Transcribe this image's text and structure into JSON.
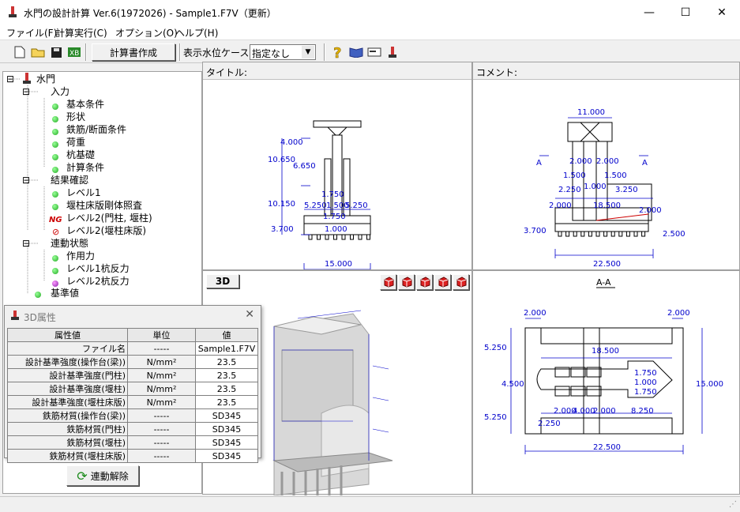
{
  "window": {
    "title": "水門の設計計算 Ver.6(1972026) - Sample1.F7V（更新）"
  },
  "menu": [
    "ファイル(F)",
    "計算実行(C)",
    "オプション(O)",
    "ヘルプ(H)"
  ],
  "toolbar": {
    "report_button": "計算書作成",
    "water_case_label": "表示水位ケース",
    "water_case_value": "指定なし"
  },
  "tree": {
    "root": "水門",
    "input": "入力",
    "input_items": [
      "基本条件",
      "形状",
      "鉄筋/断面条件",
      "荷重",
      "杭基礎",
      "計算条件"
    ],
    "result": "結果確認",
    "result_items": [
      "レベル1",
      "堰柱床版剛体照査",
      "レベル2(門柱, 堰柱)",
      "レベル2(堰柱床版)"
    ],
    "ng_badge": "NG",
    "link": "連動状態",
    "link_items": [
      "作用力",
      "レベル1杭反力",
      "レベル2杭反力"
    ],
    "ref": "基準値"
  },
  "panes": {
    "title_label": "タイトル:",
    "comment_label": "コメント:",
    "view3d_button": "3D",
    "section_label": "A-A"
  },
  "props": {
    "title": "3D属性",
    "headers": [
      "属性値",
      "単位",
      "値"
    ],
    "rows": [
      [
        "ファイル名",
        "-----",
        "Sample1.F7V"
      ],
      [
        "設計基準強度(操作台(梁))",
        "N/mm²",
        "23.5"
      ],
      [
        "設計基準強度(門柱)",
        "N/mm²",
        "23.5"
      ],
      [
        "設計基準強度(堰柱)",
        "N/mm²",
        "23.5"
      ],
      [
        "設計基準強度(堰柱床版)",
        "N/mm²",
        "23.5"
      ],
      [
        "鉄筋材質(操作台(梁))",
        "-----",
        "SD345"
      ],
      [
        "鉄筋材質(門柱)",
        "-----",
        "SD345"
      ],
      [
        "鉄筋材質(堰柱)",
        "-----",
        "SD345"
      ],
      [
        "鉄筋材質(堰柱床版)",
        "-----",
        "SD345"
      ]
    ],
    "unlink_button": "連動解除"
  },
  "dims": {
    "front": [
      "4.000",
      "10.650",
      "6.650",
      "1.750",
      "10.150",
      "5.250",
      "1.500",
      "5.250",
      "1.750",
      "3.700",
      "1.000",
      "15.000"
    ],
    "side": [
      "11.000",
      "A",
      "A",
      "2.000",
      "2.000",
      "1.500",
      "1.500",
      "2.250",
      "1.000",
      "3.250",
      "2.000",
      "18.500",
      "2.000",
      "3.700",
      "2.500",
      "22.500"
    ],
    "plan": [
      "2.000",
      "2.000",
      "5.250",
      "18.500",
      "4.500",
      "1.750",
      "1.000",
      "1.750",
      "15.000",
      "5.250",
      "2.000",
      "4.000",
      "2.000",
      "8.250",
      "2.250",
      "22.500"
    ]
  },
  "colors": {
    "dim": "#0000cc",
    "draw": "#000000",
    "accent": "#cc0000"
  }
}
